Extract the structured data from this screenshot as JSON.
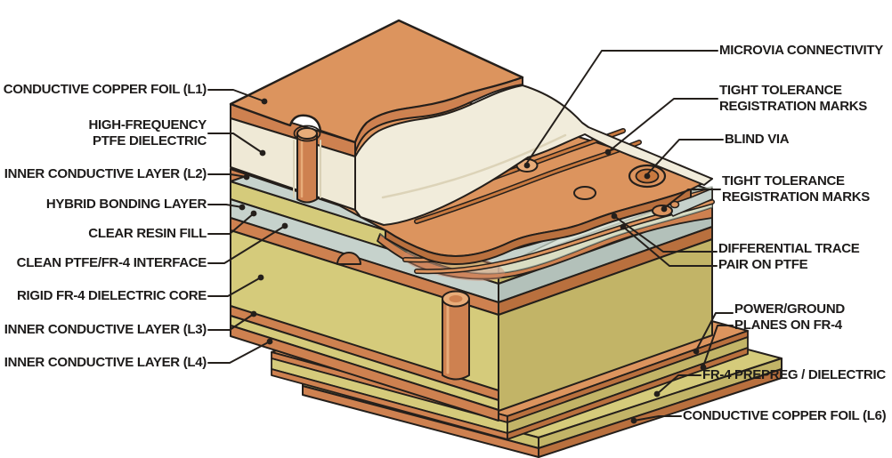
{
  "figure": {
    "description": "Isometric cutaway diagram of a hybrid PCB stack-up combining PTFE and FR-4 layers",
    "background": "#ffffff"
  },
  "colors": {
    "copper_top": "#DC945E",
    "copper_front": "#CE8150",
    "copper_dark": "#B9703E",
    "copper_light": "#E8AC79",
    "ptfe_cream": "#F1ECDB",
    "fr4_olive": "#D5CB7B",
    "fr4_olive_dark": "#C2B467",
    "bonding_blue": "#C6D2CC",
    "outline": "#241F1B"
  },
  "labels": {
    "left": [
      {
        "id": "conductive-copper-foil-l1",
        "lines": [
          "CONDUCTIVE COPPER FOIL (L1)"
        ]
      },
      {
        "id": "high-frequency-ptfe-dielectric",
        "lines": [
          "HIGH-FREQUENCY",
          "PTFE DIELECTRIC"
        ]
      },
      {
        "id": "inner-conductive-layer-l2",
        "lines": [
          "INNER CONDUCTIVE LAYER (L2)"
        ]
      },
      {
        "id": "hybrid-bonding-layer",
        "lines": [
          "HYBRID BONDING LAYER"
        ]
      },
      {
        "id": "clear-resin-fill",
        "lines": [
          "CLEAR RESIN FILL"
        ]
      },
      {
        "id": "clean-ptfe-fr4-interface",
        "lines": [
          "CLEAN PTFE/FR-4 INTERFACE"
        ]
      },
      {
        "id": "rigid-fr4-dielectric-core",
        "lines": [
          "RIGID FR-4 DIELECTRIC CORE"
        ]
      },
      {
        "id": "inner-conductive-layer-l3",
        "lines": [
          "INNER CONDUCTIVE LAYER (L3)"
        ]
      },
      {
        "id": "inner-conductive-layer-l4",
        "lines": [
          "INNER CONDUCTIVE LAYER (L4)"
        ]
      }
    ],
    "right": [
      {
        "id": "microvia-connectivity",
        "lines": [
          "MICROVIA CONNECTIVITY"
        ]
      },
      {
        "id": "tight-tolerance-registration-marks-top",
        "lines": [
          "TIGHT TOLERANCE",
          "REGISTRATION MARKS"
        ]
      },
      {
        "id": "blind-via",
        "lines": [
          "BLIND VIA"
        ]
      },
      {
        "id": "tight-tolerance-registration-marks-mid",
        "lines": [
          "TIGHT TOLERANCE",
          "REGISTRATION MARKS"
        ]
      },
      {
        "id": "differential-trace-pair-on-ptfe",
        "lines": [
          "DIFFERENTIAL TRACE",
          "PAIR ON PTFE"
        ]
      },
      {
        "id": "power-ground-planes-on-fr4",
        "lines": [
          "POWER/GROUND",
          "PLANES ON FR-4"
        ]
      },
      {
        "id": "fr4-prepreg-dielectric",
        "lines": [
          "FR-4 PREPREG / DIELECTRIC"
        ]
      },
      {
        "id": "conductive-copper-foil-l6",
        "lines": [
          "CONDUCTIVE COPPER FOIL (L6)"
        ]
      }
    ]
  }
}
